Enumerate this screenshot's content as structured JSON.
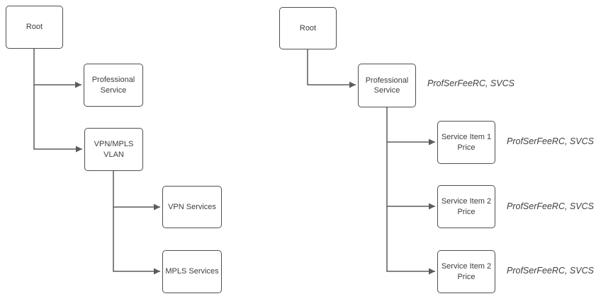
{
  "colors": {
    "background": "#ffffff",
    "node_fill": "#ffffff",
    "node_border": "#4f4f4f",
    "connector": "#5b5b5b",
    "text": "#3d3d3d"
  },
  "left_tree": {
    "nodes": [
      {
        "id": "root",
        "label": "Root"
      },
      {
        "id": "professional-service",
        "label": "Professional Service"
      },
      {
        "id": "vpn-mpls-vlan",
        "label": "VPN/MPLS VLAN"
      },
      {
        "id": "vpn-services",
        "label": "VPN Services"
      },
      {
        "id": "mpls-services",
        "label": "MPLS Services"
      }
    ]
  },
  "right_tree": {
    "nodes": [
      {
        "id": "root",
        "label": "Root"
      },
      {
        "id": "professional-service",
        "label": "Professional Service",
        "annotation": "ProfSerFeeRC, SVCS"
      },
      {
        "id": "service-item-1-price",
        "label": "Service Item 1 Price",
        "annotation": "ProfSerFeeRC, SVCS"
      },
      {
        "id": "service-item-2-price",
        "label": "Service Item 2 Price",
        "annotation": "ProfSerFeeRC, SVCS"
      },
      {
        "id": "service-item-2-price-2",
        "label": "Service Item 2 Price",
        "annotation": "ProfSerFeeRC, SVCS"
      }
    ]
  }
}
